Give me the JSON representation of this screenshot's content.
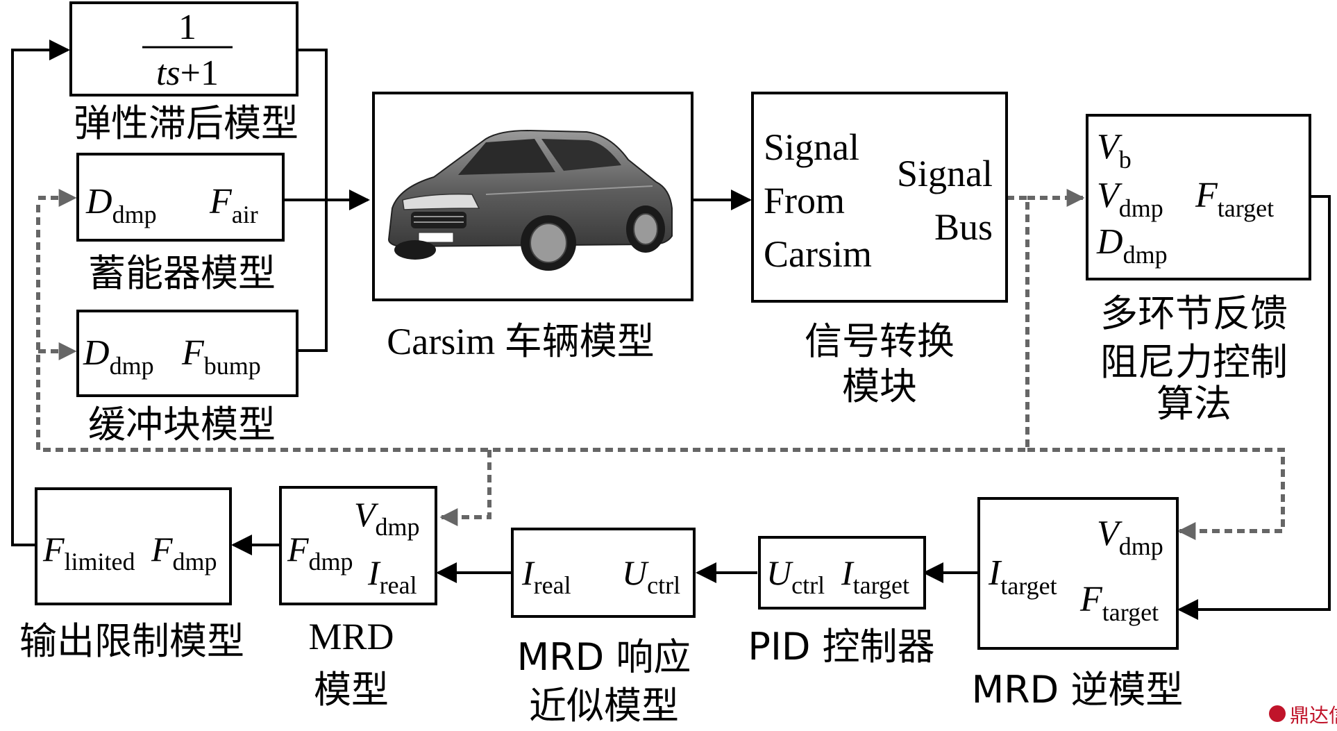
{
  "blocks": {
    "elastic_lag": {
      "num": "1",
      "den_t": "ts",
      "den_plus": "+1",
      "caption": "弹性滞后模型"
    },
    "accumulator": {
      "in_sym": "D",
      "in_sub": "dmp",
      "out_sym": "F",
      "out_sub": "air",
      "caption": "蓄能器模型"
    },
    "buffer": {
      "in_sym": "D",
      "in_sub": "dmp",
      "out_sym": "F",
      "out_sub": "bump",
      "caption": "缓冲块模型"
    },
    "carsim": {
      "caption": "Carsim 车辆模型"
    },
    "signal_convert": {
      "left": [
        "Signal",
        "From",
        "Carsim"
      ],
      "right": [
        "Signal",
        "Bus"
      ],
      "caption": [
        "信号转换",
        "模块"
      ]
    },
    "control_algo": {
      "p1_sym": "V",
      "p1_sub": "b",
      "p2_sym": "V",
      "p2_sub": "dmp",
      "p3_sym": "D",
      "p3_sub": "dmp",
      "out_sym": "F",
      "out_sub": "target",
      "caption": [
        "多环节反馈",
        "阻尼力控制",
        "算法"
      ]
    },
    "mrd_inverse": {
      "p1_sym": "V",
      "p1_sub": "dmp",
      "p2_sym": "I",
      "p2_sub": "target",
      "p3_sym": "F",
      "p3_sub": "target",
      "caption": "MRD 逆模型"
    },
    "pid": {
      "left_sym": "U",
      "left_sub": "ctrl",
      "right_sym": "I",
      "right_sub": "target",
      "caption": "PID 控制器"
    },
    "mrd_response": {
      "left_sym": "I",
      "left_sub": "real",
      "right_sym": "U",
      "right_sub": "ctrl",
      "caption": [
        "MRD 响应",
        "近似模型"
      ]
    },
    "mrd_model": {
      "p1_sym": "V",
      "p1_sub": "dmp",
      "p2_sym": "F",
      "p2_sub": "dmp",
      "p3_sym": "I",
      "p3_sub": "real",
      "caption": [
        "MRD",
        "模型"
      ]
    },
    "output_limit": {
      "left_sym": "F",
      "left_sub": "limited",
      "right_sym": "F",
      "right_sub": "dmp",
      "caption": "输出限制模型"
    }
  },
  "watermark": "鼎达信",
  "colors": {
    "line": "#000000",
    "feedback": "#666666",
    "car_body": "#5a5a5a"
  },
  "icons": {
    "car": "sedan-car-icon",
    "watermark": "logo-icon"
  }
}
